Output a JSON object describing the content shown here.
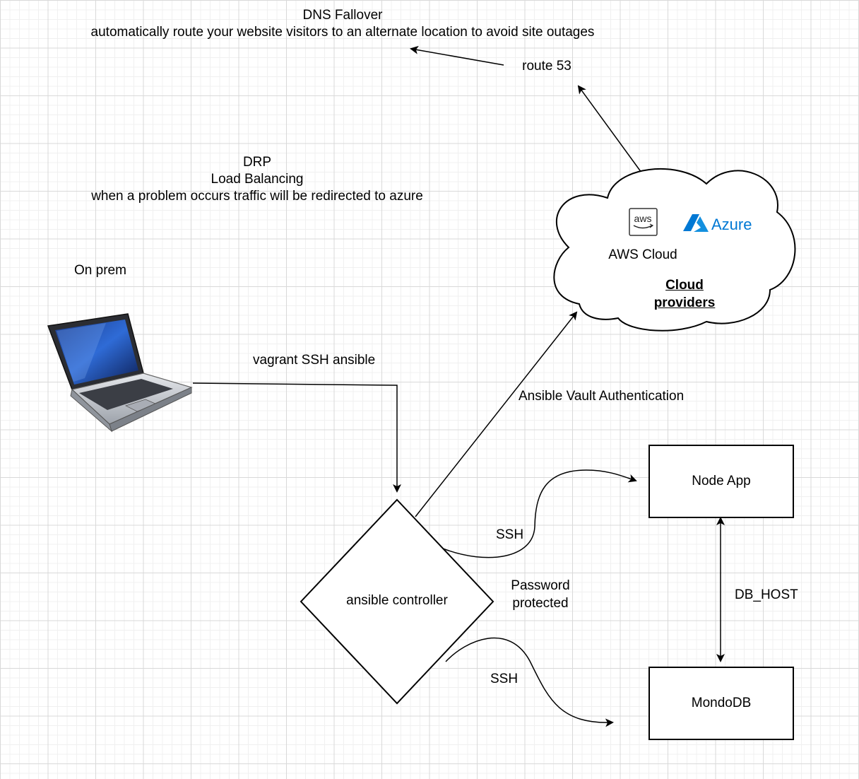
{
  "dns": {
    "title": "DNS Fallover",
    "description": "automatically route your website visitors to an alternate location to avoid site outages"
  },
  "route53": "route 53",
  "drp": {
    "line1": "DRP",
    "line2": "Load Balancing",
    "line3": "when a problem occurs traffic will be redirected to azure"
  },
  "on_prem": "On prem",
  "cloud": {
    "aws_logo_text": "aws",
    "azure_logo_text": "Azure",
    "aws_label": "AWS Cloud",
    "providers_line1": "Cloud",
    "providers_line2": "providers"
  },
  "edges": {
    "vagrant": "vagrant SSH ansible",
    "vault": "Ansible Vault Authentication",
    "ssh_node": "SSH",
    "ssh_db": "SSH",
    "password_line1": "Password",
    "password_line2": "protected",
    "db_host": "DB_HOST"
  },
  "nodes": {
    "controller": "ansible controller",
    "node_app": "Node App",
    "mongodb": "MondoDB"
  },
  "colors": {
    "azure": "#0078d4",
    "line": "#000000"
  }
}
